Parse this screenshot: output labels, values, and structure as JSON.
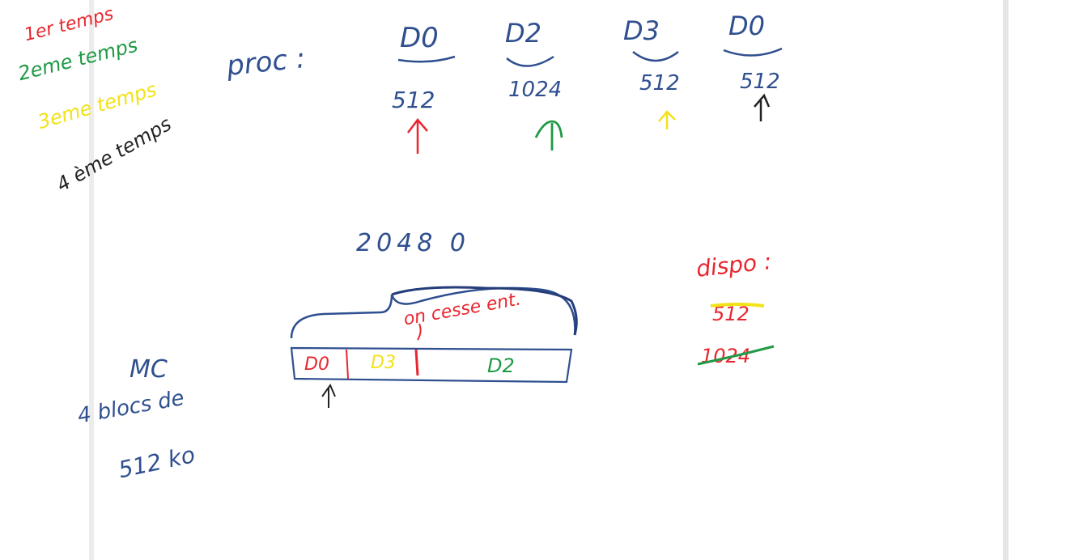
{
  "legend": {
    "line1": "1er temps",
    "line2": "2eme temps",
    "line3": "3eme temps",
    "line4": "4 ème temps"
  },
  "proc_label": "proc :",
  "processes": [
    {
      "name": "D0",
      "size": "512",
      "color": "#e8262f"
    },
    {
      "name": "D2",
      "size": "1024",
      "color": "#1f9a45"
    },
    {
      "name": "D3",
      "size": "512",
      "color": "#f2e218"
    },
    {
      "name": "D0",
      "size": "512",
      "color": "#222222"
    }
  ],
  "memory": {
    "total": "2048 0",
    "note": "on cesse ent.",
    "blocks": [
      "D0",
      "D3",
      "D2"
    ]
  },
  "mc": {
    "line1": "MC",
    "line2": "4 blocs de",
    "line3": "512 ko"
  },
  "dispo": {
    "label": "dispo :",
    "item1": "512",
    "item2": "1024"
  }
}
